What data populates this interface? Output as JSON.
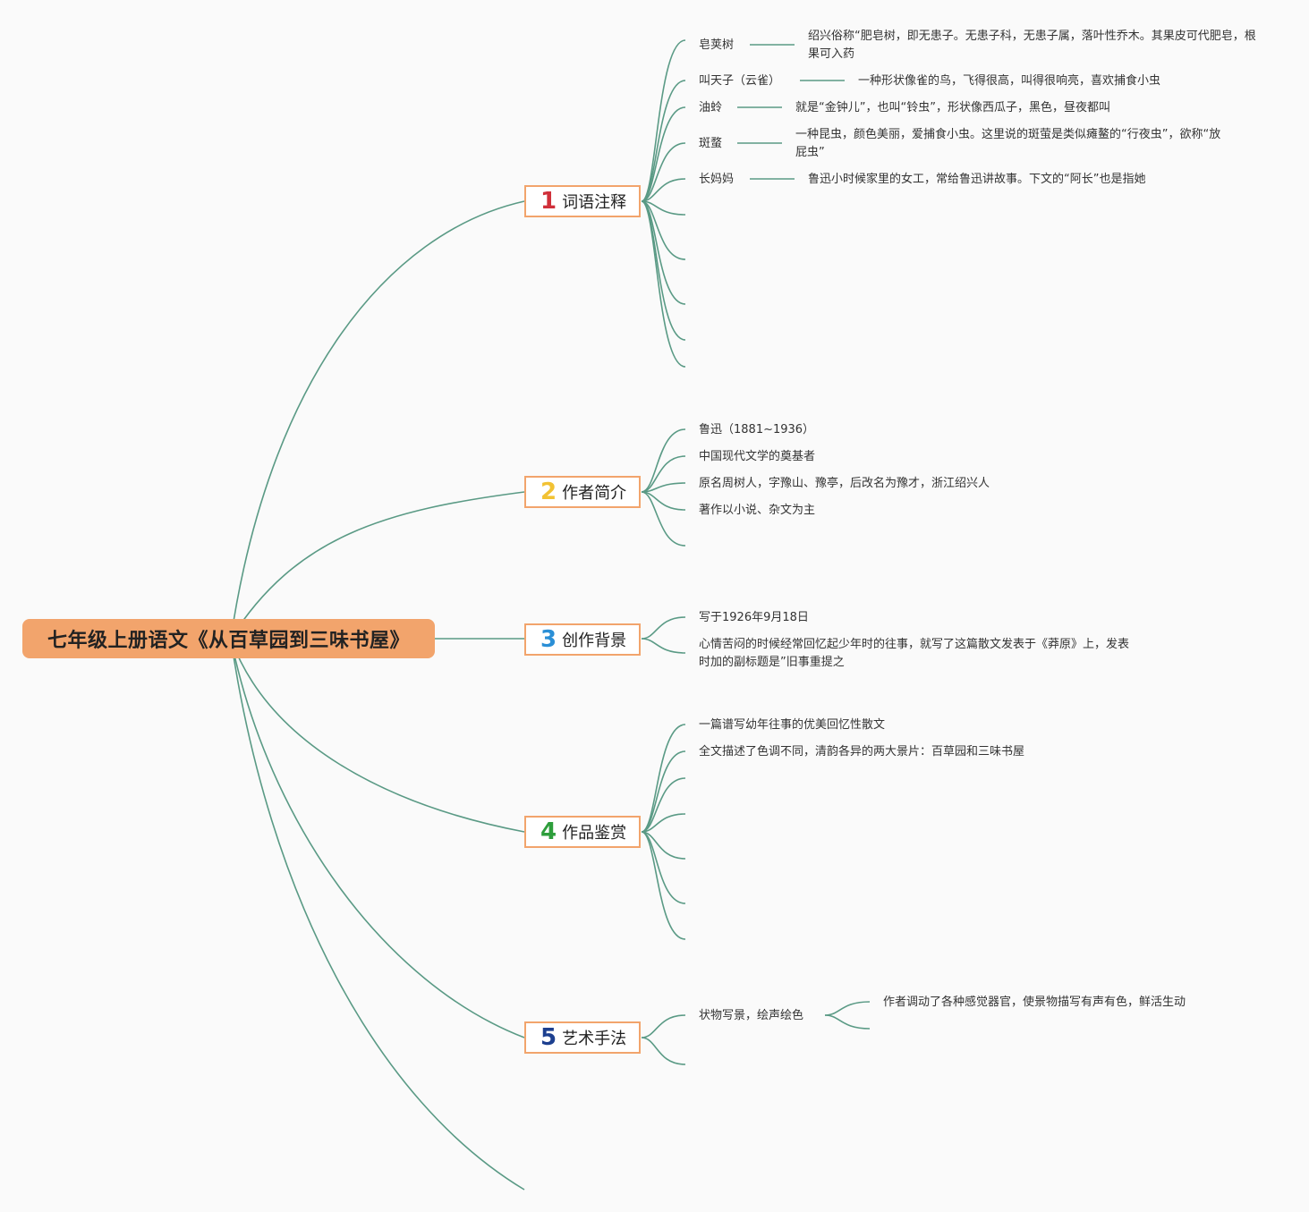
{
  "title": "七年级上册语文《从百草园到三味书屋》",
  "theme": {
    "line_color": "#5a9a85",
    "root_fill": "#f2a46c",
    "branch_border": "#f2a46c"
  },
  "branches": [
    {
      "num": "1",
      "num_color": "#d0303a",
      "label": "词语注释"
    },
    {
      "num": "2",
      "num_color": "#f2c233",
      "label": "作者简介"
    },
    {
      "num": "3",
      "num_color": "#2b8fd6",
      "label": "创作背景"
    },
    {
      "num": "4",
      "num_color": "#2e9e3c",
      "label": "作品鉴赏"
    },
    {
      "num": "5",
      "num_color": "#1c3f8f",
      "label": "艺术手法"
    }
  ],
  "terms": [
    {
      "word": "皂荚树",
      "meaning": "绍兴俗称“肥皂树，即无患子。无患子科，无患子属，落叶性乔木。其果皮可代肥皂，根果可入药"
    },
    {
      "word": "叫天子（云雀）",
      "meaning": "一种形状像雀的鸟，飞得很高，叫得很响亮，喜欢捕食小虫"
    },
    {
      "word": "油蛉",
      "meaning": "就是“金钟儿”，也叫“铃虫”，形状像西瓜子，黑色，昼夜都叫"
    },
    {
      "word": "斑蝥",
      "meaning": "一种昆虫，颜色美丽，爱捕食小虫。这里说的斑萤是类似瘫鳌的“行夜虫”，欲称“放屁虫”"
    },
    {
      "word": "长妈妈",
      "meaning": "鲁迅小时候家里的女工，常给鲁迅讲故事。下文的“阿长”也是指她"
    }
  ],
  "author": [
    "鲁迅（1881~1936）",
    "中国现代文学的奠基者",
    "原名周树人，字豫山、豫亭，后改名为豫才，浙江绍兴人",
    "著作以小说、杂文为主"
  ],
  "background": [
    "写于1926年9月18日",
    "心情苦闷的时候经常回忆起少年时的往事，就写了这篇散文发表于《莽原》上，发表时加的副标题是”旧事重提之"
  ],
  "appreciation": [
    "一篇谱写幼年往事的优美回忆性散文",
    "全文描述了色调不同，清韵各异的两大景片：百草园和三味书屋"
  ],
  "technique": {
    "item": "状物写景，绘声绘色",
    "detail": "作者调动了各种感觉器官，使景物描写有声有色，鲜活生动"
  }
}
